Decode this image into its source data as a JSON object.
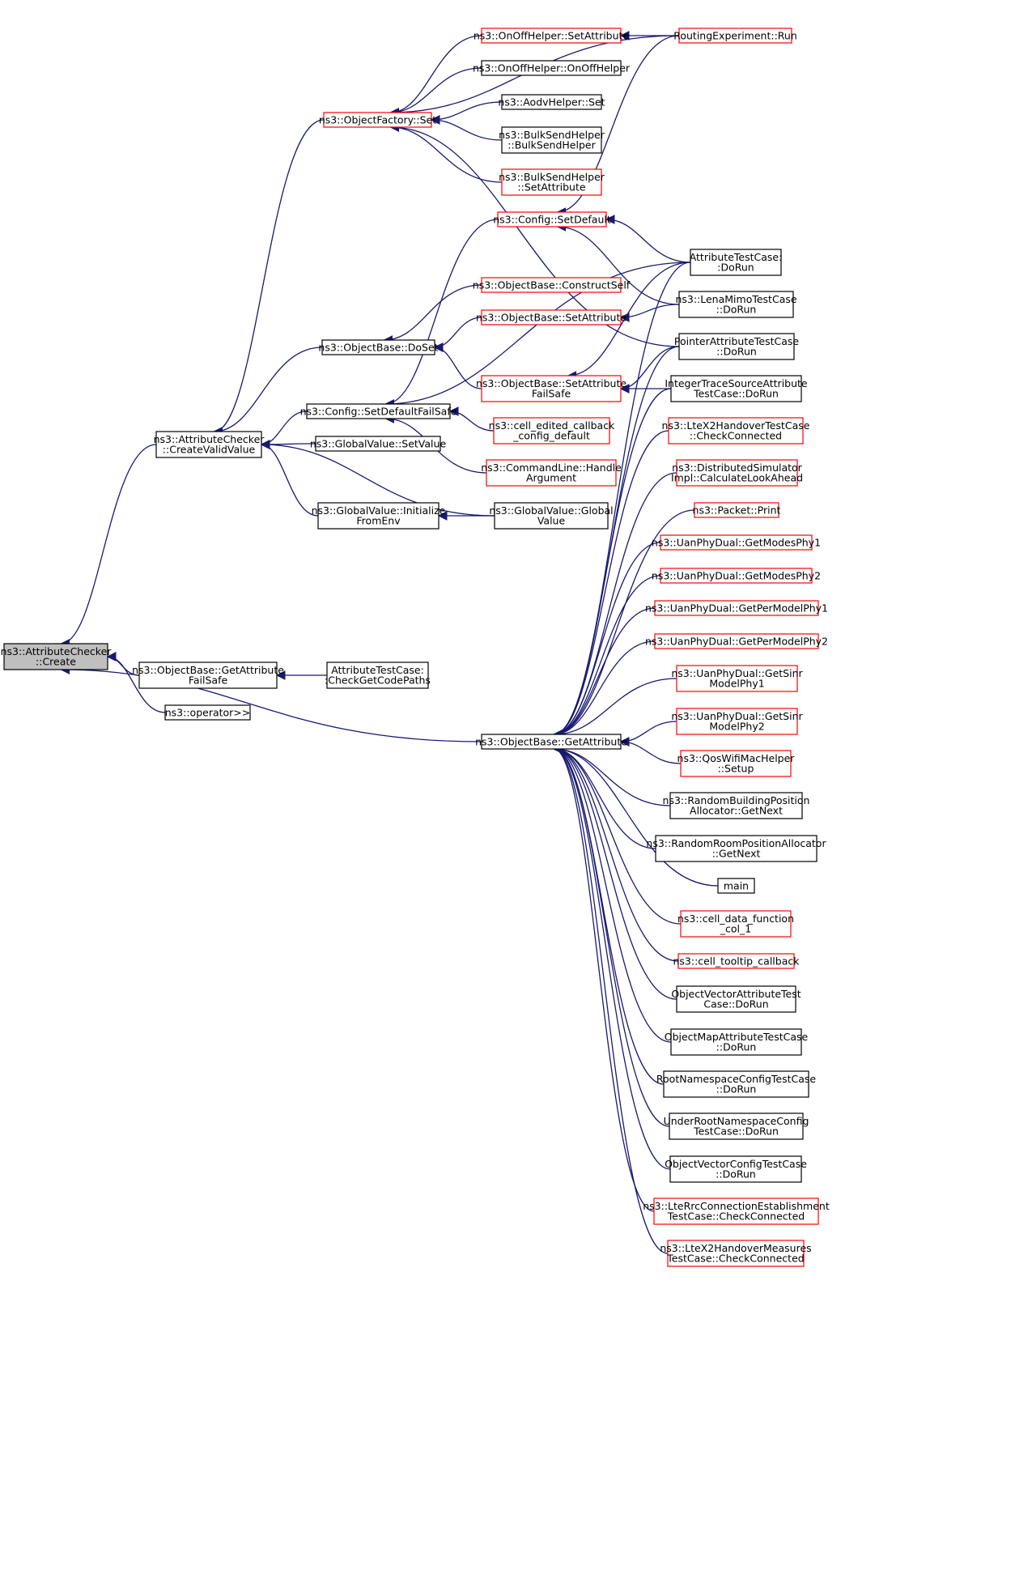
{
  "colors": {
    "edge": "#191970",
    "root_fill": "#bfbfbf",
    "border_normal": "#000000",
    "border_red": "#ff0000",
    "background": "#ffffff"
  },
  "nodes": {
    "root": {
      "lines": [
        "ns3::AttributeChecker",
        "::Create"
      ],
      "style": "root"
    },
    "createvalid": {
      "lines": [
        "ns3::AttributeChecker",
        "::CreateValidValue"
      ],
      "style": "normal"
    },
    "objfactset": {
      "lines": [
        "ns3::ObjectFactory::Set"
      ],
      "style": "red"
    },
    "onoffset": {
      "lines": [
        "ns3::OnOffHelper::SetAttribute"
      ],
      "style": "red"
    },
    "routingrun": {
      "lines": [
        "RoutingExperiment::Run"
      ],
      "style": "red"
    },
    "onoffctor": {
      "lines": [
        "ns3::OnOffHelper::OnOffHelper"
      ],
      "style": "normal"
    },
    "aodvset": {
      "lines": [
        "ns3::AodvHelper::Set"
      ],
      "style": "normal"
    },
    "bulkctor": {
      "lines": [
        "ns3::BulkSendHelper",
        "::BulkSendHelper"
      ],
      "style": "normal"
    },
    "bulkset": {
      "lines": [
        "ns3::BulkSendHelper",
        "::SetAttribute"
      ],
      "style": "red"
    },
    "configsetdef": {
      "lines": [
        "ns3::Config::SetDefault"
      ],
      "style": "red"
    },
    "attrtestdorun": {
      "lines": [
        "AttributeTestCase:",
        ":DoRun"
      ],
      "style": "normal"
    },
    "constructself": {
      "lines": [
        "ns3::ObjectBase::ConstructSelf"
      ],
      "style": "red"
    },
    "obsetattr": {
      "lines": [
        "ns3::ObjectBase::SetAttribute"
      ],
      "style": "red"
    },
    "lenamimo": {
      "lines": [
        "ns3::LenaMimoTestCase",
        "::DoRun"
      ],
      "style": "normal"
    },
    "doset": {
      "lines": [
        "ns3::ObjectBase::DoSet"
      ],
      "style": "normal"
    },
    "pointerattr": {
      "lines": [
        "PointerAttributeTestCase",
        "::DoRun"
      ],
      "style": "normal"
    },
    "setattrfailsafe": {
      "lines": [
        "ns3::ObjectBase::SetAttribute",
        "FailSafe"
      ],
      "style": "red"
    },
    "inttrace": {
      "lines": [
        "IntegerTraceSourceAttribute",
        "TestCase::DoRun"
      ],
      "style": "normal"
    },
    "configsetdeffs": {
      "lines": [
        "ns3::Config::SetDefaultFailSafe"
      ],
      "style": "normal"
    },
    "celledited": {
      "lines": [
        "ns3::cell_edited_callback",
        "_config_default"
      ],
      "style": "red"
    },
    "ltex2check": {
      "lines": [
        "ns3::LteX2HandoverTestCase",
        "::CheckConnected"
      ],
      "style": "red"
    },
    "gvsetvalue": {
      "lines": [
        "ns3::GlobalValue::SetValue"
      ],
      "style": "normal"
    },
    "cmdline": {
      "lines": [
        "ns3::CommandLine::Handle",
        "Argument"
      ],
      "style": "red"
    },
    "distsim": {
      "lines": [
        "ns3::DistributedSimulator",
        "Impl::CalculateLookAhead"
      ],
      "style": "red"
    },
    "gvinit": {
      "lines": [
        "ns3::GlobalValue::Initialize",
        "FromEnv"
      ],
      "style": "normal"
    },
    "gvctor": {
      "lines": [
        "ns3::GlobalValue::Global",
        "Value"
      ],
      "style": "normal"
    },
    "packetprint": {
      "lines": [
        "ns3::Packet::Print"
      ],
      "style": "red"
    },
    "uanmodes1": {
      "lines": [
        "ns3::UanPhyDual::GetModesPhy1"
      ],
      "style": "red"
    },
    "uanmodes2": {
      "lines": [
        "ns3::UanPhyDual::GetModesPhy2"
      ],
      "style": "red"
    },
    "uanper1": {
      "lines": [
        "ns3::UanPhyDual::GetPerModelPhy1"
      ],
      "style": "red"
    },
    "uanper2": {
      "lines": [
        "ns3::UanPhyDual::GetPerModelPhy2"
      ],
      "style": "red"
    },
    "getattrfs": {
      "lines": [
        "ns3::ObjectBase::GetAttribute",
        "FailSafe"
      ],
      "style": "normal"
    },
    "checkgetcode": {
      "lines": [
        "AttributeTestCase:",
        ":CheckGetCodePaths"
      ],
      "style": "normal"
    },
    "uansinr1": {
      "lines": [
        "ns3::UanPhyDual::GetSinr",
        "ModelPhy1"
      ],
      "style": "red"
    },
    "operator": {
      "lines": [
        "ns3::operator>>"
      ],
      "style": "normal"
    },
    "uansinr2": {
      "lines": [
        "ns3::UanPhyDual::GetSinr",
        "ModelPhy2"
      ],
      "style": "red"
    },
    "getattr": {
      "lines": [
        "ns3::ObjectBase::GetAttribute"
      ],
      "style": "normal"
    },
    "qoswifi": {
      "lines": [
        "ns3::QosWifiMacHelper",
        "::Setup"
      ],
      "style": "red"
    },
    "randbuilding": {
      "lines": [
        "ns3::RandomBuildingPosition",
        "Allocator::GetNext"
      ],
      "style": "normal"
    },
    "randroom": {
      "lines": [
        "ns3::RandomRoomPositionAllocator",
        "::GetNext"
      ],
      "style": "normal"
    },
    "main": {
      "lines": [
        "main"
      ],
      "style": "normal"
    },
    "celldata": {
      "lines": [
        "ns3::cell_data_function",
        "_col_1"
      ],
      "style": "red"
    },
    "celltooltip": {
      "lines": [
        "ns3::cell_tooltip_callback"
      ],
      "style": "red"
    },
    "objvecattr": {
      "lines": [
        "ObjectVectorAttributeTest",
        "Case::DoRun"
      ],
      "style": "normal"
    },
    "objmapattr": {
      "lines": [
        "ObjectMapAttributeTestCase",
        "::DoRun"
      ],
      "style": "normal"
    },
    "rootns": {
      "lines": [
        "RootNamespaceConfigTestCase",
        "::DoRun"
      ],
      "style": "normal"
    },
    "underrootns": {
      "lines": [
        "UnderRootNamespaceConfig",
        "TestCase::DoRun"
      ],
      "style": "normal"
    },
    "objvecconfig": {
      "lines": [
        "ObjectVectorConfigTestCase",
        "::DoRun"
      ],
      "style": "normal"
    },
    "lterrc": {
      "lines": [
        "ns3::LteRrcConnectionEstablishment",
        "TestCase::CheckConnected"
      ],
      "style": "red"
    },
    "ltex2meas": {
      "lines": [
        "ns3::LteX2HandoverMeasures",
        "TestCase::CheckConnected"
      ],
      "style": "red"
    }
  },
  "edges": [
    [
      "createvalid",
      "root"
    ],
    [
      "getattrfs",
      "root"
    ],
    [
      "operator",
      "root"
    ],
    [
      "getattr",
      "root"
    ],
    [
      "objfactset",
      "createvalid"
    ],
    [
      "doset",
      "createvalid"
    ],
    [
      "configsetdeffs",
      "createvalid"
    ],
    [
      "gvsetvalue",
      "createvalid"
    ],
    [
      "gvinit",
      "createvalid"
    ],
    [
      "gvctor",
      "createvalid"
    ],
    [
      "onoffset",
      "objfactset"
    ],
    [
      "onoffctor",
      "objfactset"
    ],
    [
      "aodvset",
      "objfactset"
    ],
    [
      "bulkctor",
      "objfactset"
    ],
    [
      "bulkset",
      "objfactset"
    ],
    [
      "routingrun",
      "objfactset"
    ],
    [
      "pointerattr",
      "objfactset"
    ],
    [
      "routingrun",
      "onoffset"
    ],
    [
      "routingrun",
      "configsetdef"
    ],
    [
      "attrtestdorun",
      "configsetdef"
    ],
    [
      "lenamimo",
      "configsetdef"
    ],
    [
      "constructself",
      "doset"
    ],
    [
      "obsetattr",
      "doset"
    ],
    [
      "setattrfailsafe",
      "doset"
    ],
    [
      "lenamimo",
      "obsetattr"
    ],
    [
      "attrtestdorun",
      "setattrfailsafe"
    ],
    [
      "pointerattr",
      "setattrfailsafe"
    ],
    [
      "inttrace",
      "setattrfailsafe"
    ],
    [
      "configsetdef",
      "configsetdeffs"
    ],
    [
      "attrtestdorun",
      "configsetdeffs"
    ],
    [
      "celledited",
      "configsetdeffs"
    ],
    [
      "cmdline",
      "configsetdeffs"
    ],
    [
      "gvctor",
      "gvinit"
    ],
    [
      "checkgetcode",
      "getattrfs"
    ],
    [
      "attrtestdorun",
      "getattr"
    ],
    [
      "pointerattr",
      "getattr"
    ],
    [
      "inttrace",
      "getattr"
    ],
    [
      "ltex2check",
      "getattr"
    ],
    [
      "distsim",
      "getattr"
    ],
    [
      "packetprint",
      "getattr"
    ],
    [
      "uanmodes1",
      "getattr"
    ],
    [
      "uanmodes2",
      "getattr"
    ],
    [
      "uanper1",
      "getattr"
    ],
    [
      "uanper2",
      "getattr"
    ],
    [
      "uansinr1",
      "getattr"
    ],
    [
      "uansinr2",
      "getattr"
    ],
    [
      "qoswifi",
      "getattr"
    ],
    [
      "randbuilding",
      "getattr"
    ],
    [
      "randroom",
      "getattr"
    ],
    [
      "main",
      "getattr"
    ],
    [
      "celldata",
      "getattr"
    ],
    [
      "celltooltip",
      "getattr"
    ],
    [
      "objvecattr",
      "getattr"
    ],
    [
      "objmapattr",
      "getattr"
    ],
    [
      "rootns",
      "getattr"
    ],
    [
      "underrootns",
      "getattr"
    ],
    [
      "objvecconfig",
      "getattr"
    ],
    [
      "lterrc",
      "getattr"
    ],
    [
      "ltex2meas",
      "getattr"
    ]
  ]
}
